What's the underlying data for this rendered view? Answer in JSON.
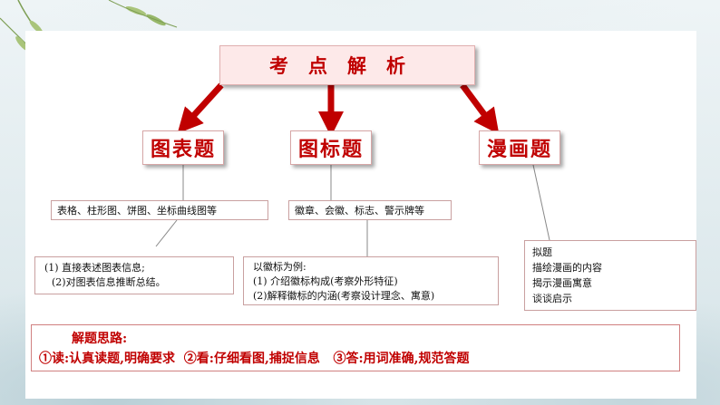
{
  "title": "考点解析",
  "categories": [
    {
      "label": "图表题"
    },
    {
      "label": "图标题"
    },
    {
      "label": "漫画题"
    }
  ],
  "chart_types_text": "表格、柱形图、饼图、坐标曲线图等",
  "icon_types_text": "徽章、会徽、标志、警示牌等",
  "chart_details": [
    "(1) 直接表述图表信息;",
    "(2)对图表信息推断总结。"
  ],
  "icon_details": [
    "以徽标为例:",
    "(1) 介绍徽标构成(考察外形特征)",
    "(2)解释徽标的内涵(考察设计理念、寓意)"
  ],
  "comic_details": [
    "拟题",
    "描绘漫画的内容",
    "揭示漫画寓意",
    "谈谈启示"
  ],
  "thinking": {
    "title": "解题思路:",
    "steps": "①读:认真读题,明确要求  ②看:仔细看图,捕捉信息   ③答:用词准确,规范答题"
  },
  "colors": {
    "accent": "#c00000",
    "arrow": "#c00000",
    "title_fill": "#fde9e9"
  }
}
